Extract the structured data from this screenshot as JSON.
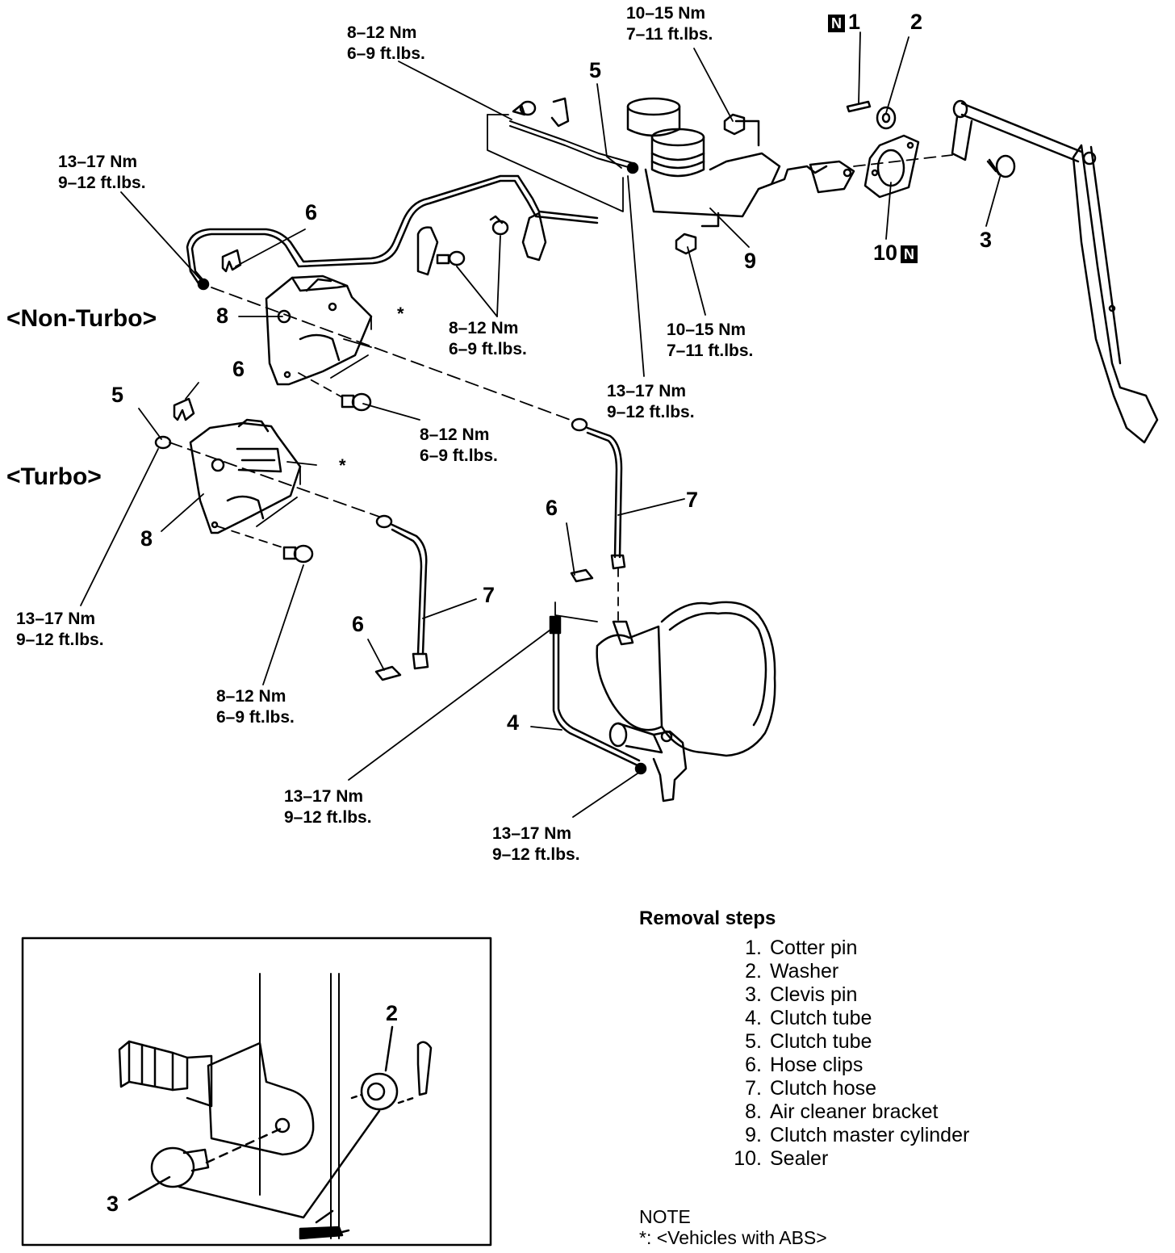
{
  "callouts": {
    "n1": "1",
    "n2": "2",
    "n3": "3",
    "n4": "4",
    "n5": "5",
    "n6": "6",
    "n7": "7",
    "n8": "8",
    "n9": "9",
    "n10": "10"
  },
  "badge": "N",
  "torques": {
    "t8_12_nm": "8–12 Nm",
    "t6_9_ft": "6–9 ft.lbs.",
    "t10_15_nm": "10–15 Nm",
    "t7_11_ft": "7–11 ft.lbs.",
    "t13_17_nm": "13–17 Nm",
    "t9_12_ft": "9–12 ft.lbs."
  },
  "variants": {
    "non_turbo": "<Non-Turbo>",
    "turbo": "<Turbo>"
  },
  "star": "*",
  "removal": {
    "title": "Removal steps",
    "steps": [
      {
        "num": "1.",
        "label": "Cotter pin"
      },
      {
        "num": "2.",
        "label": "Washer"
      },
      {
        "num": "3.",
        "label": "Clevis pin"
      },
      {
        "num": "4.",
        "label": "Clutch tube"
      },
      {
        "num": "5.",
        "label": "Clutch tube"
      },
      {
        "num": "6.",
        "label": "Hose clips"
      },
      {
        "num": "7.",
        "label": "Clutch hose"
      },
      {
        "num": "8.",
        "label": "Air cleaner bracket"
      },
      {
        "num": "9.",
        "label": "Clutch master cylinder"
      },
      {
        "num": "10.",
        "label": "Sealer"
      }
    ]
  },
  "note": {
    "title": "NOTE",
    "text": "*: <Vehicles with ABS>"
  }
}
